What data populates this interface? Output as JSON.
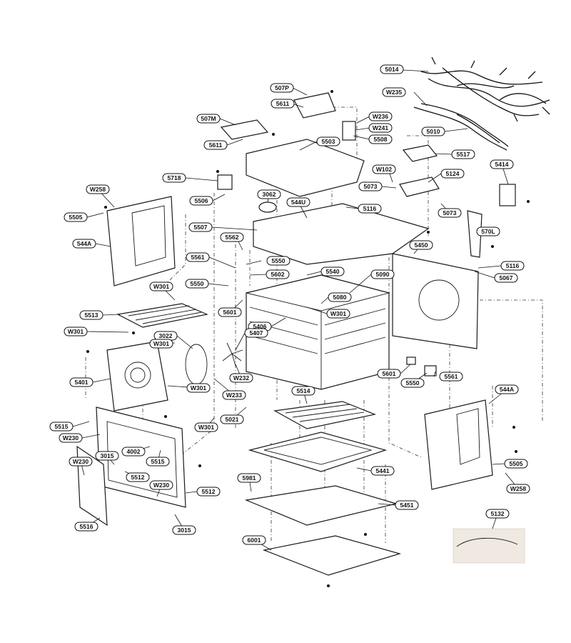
{
  "diagram": {
    "callouts": [
      "5014",
      "W235",
      "507P",
      "5611",
      "W236",
      "W241",
      "5508",
      "5503",
      "507M",
      "5611",
      "5010",
      "5517",
      "W102",
      "5124",
      "5414",
      "5718",
      "W258",
      "3062",
      "5073",
      "5506",
      "544U",
      "5116",
      "5073",
      "5505",
      "5507",
      "570L",
      "544A",
      "5562",
      "5450",
      "5550",
      "5116",
      "5561",
      "5602",
      "5067",
      "5550",
      "5540",
      "5090",
      "W301",
      "5080",
      "5601",
      "W301",
      "5513",
      "5406",
      "W301",
      "3022",
      "5407",
      "W301",
      "W232",
      "5601",
      "5561",
      "5401",
      "W301",
      "5550",
      "W233",
      "5514",
      "544A",
      "5021",
      "5515",
      "W301",
      "W230",
      "4002",
      "3015",
      "W230",
      "5515",
      "5512",
      "5441",
      "5505",
      "5981",
      "W230",
      "5512",
      "W258",
      "5451",
      "5516",
      "3015",
      "5132",
      "6001"
    ]
  }
}
